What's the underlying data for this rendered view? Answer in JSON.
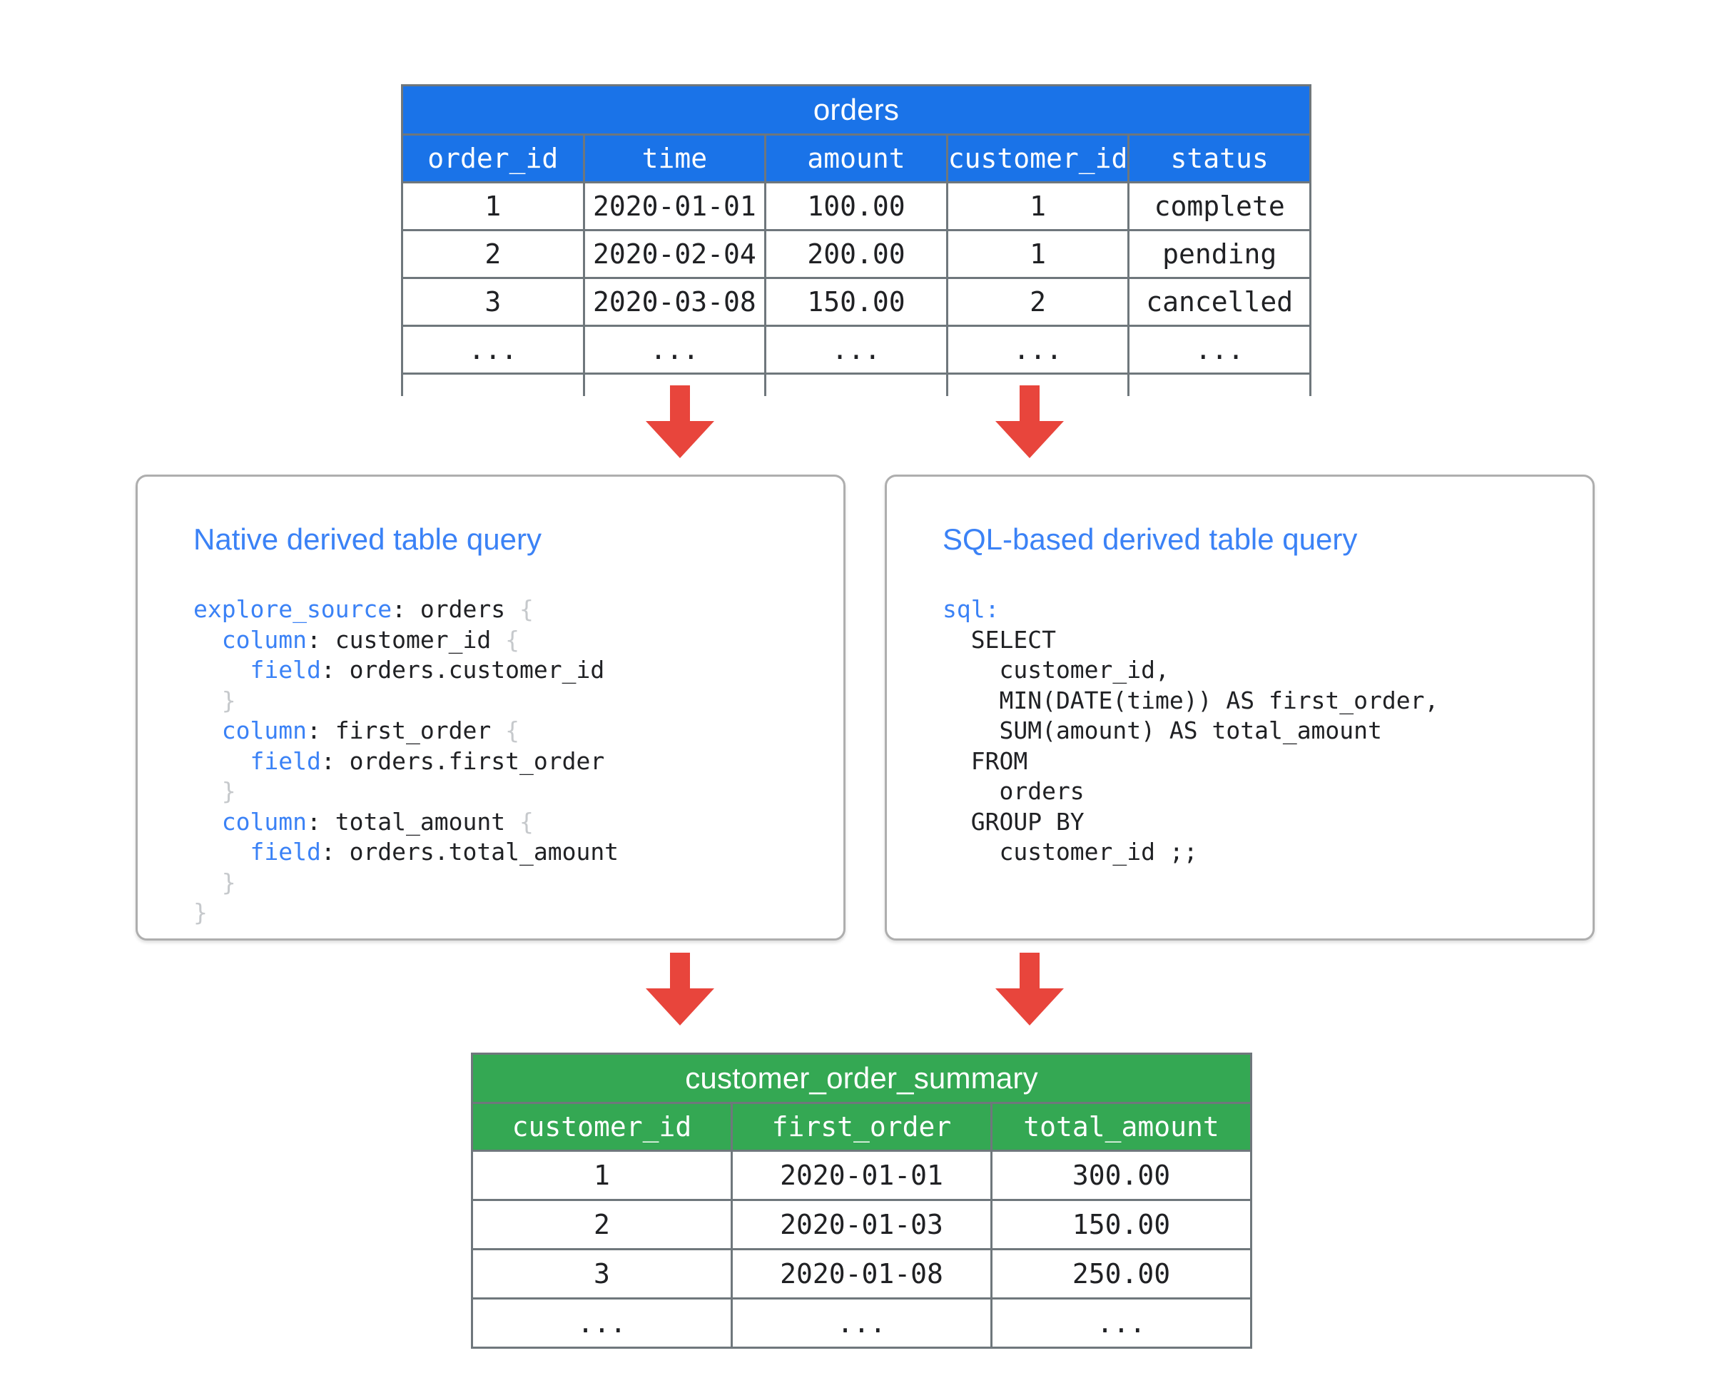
{
  "diagram": {
    "title": "Derived table query diagram",
    "colors": {
      "source_table_header": "#1a73e8",
      "result_table_header": "#34a853",
      "arrow": "#e8453c",
      "panel_border": "#aeaeae",
      "panel_title_text": "#3b82f6",
      "code_key_text": "#3b82f6",
      "code_brace_text": "#c6c9cc",
      "table_grid": "#6f777c"
    }
  },
  "source_table": {
    "name": "orders",
    "columns": [
      "order_id",
      "time",
      "amount",
      "customer_id",
      "status"
    ],
    "rows": [
      [
        "1",
        "2020-01-01",
        "100.00",
        "1",
        "complete"
      ],
      [
        "2",
        "2020-02-04",
        "200.00",
        "1",
        "pending"
      ],
      [
        "3",
        "2020-03-08",
        "150.00",
        "2",
        "cancelled"
      ],
      [
        "...",
        "...",
        "...",
        "...",
        "..."
      ]
    ]
  },
  "result_table": {
    "name": "customer_order_summary",
    "columns": [
      "customer_id",
      "first_order",
      "total_amount"
    ],
    "rows": [
      [
        "1",
        "2020-01-01",
        "300.00"
      ],
      [
        "2",
        "2020-01-03",
        "150.00"
      ],
      [
        "3",
        "2020-01-08",
        "250.00"
      ],
      [
        "...",
        "...",
        "..."
      ]
    ]
  },
  "panels": [
    {
      "id": "native",
      "title": "Native derived table query",
      "code_lines": [
        [
          {
            "t": "explore_source",
            "c": "k"
          },
          {
            "t": ": orders ",
            "c": ""
          },
          {
            "t": "{",
            "c": "br"
          }
        ],
        [
          {
            "t": "  ",
            "c": ""
          },
          {
            "t": "column",
            "c": "k"
          },
          {
            "t": ": customer_id ",
            "c": ""
          },
          {
            "t": "{",
            "c": "br"
          }
        ],
        [
          {
            "t": "    ",
            "c": ""
          },
          {
            "t": "field",
            "c": "k"
          },
          {
            "t": ": orders.customer_id",
            "c": ""
          }
        ],
        [
          {
            "t": "  ",
            "c": ""
          },
          {
            "t": "}",
            "c": "br"
          }
        ],
        [
          {
            "t": "  ",
            "c": ""
          },
          {
            "t": "column",
            "c": "k"
          },
          {
            "t": ": first_order ",
            "c": ""
          },
          {
            "t": "{",
            "c": "br"
          }
        ],
        [
          {
            "t": "    ",
            "c": ""
          },
          {
            "t": "field",
            "c": "k"
          },
          {
            "t": ": orders.first_order",
            "c": ""
          }
        ],
        [
          {
            "t": "  ",
            "c": ""
          },
          {
            "t": "}",
            "c": "br"
          }
        ],
        [
          {
            "t": "  ",
            "c": ""
          },
          {
            "t": "column",
            "c": "k"
          },
          {
            "t": ": total_amount ",
            "c": ""
          },
          {
            "t": "{",
            "c": "br"
          }
        ],
        [
          {
            "t": "    ",
            "c": ""
          },
          {
            "t": "field",
            "c": "k"
          },
          {
            "t": ": orders.total_amount",
            "c": ""
          }
        ],
        [
          {
            "t": "  ",
            "c": ""
          },
          {
            "t": "}",
            "c": "br"
          }
        ],
        [
          {
            "t": "}",
            "c": "br"
          }
        ]
      ]
    },
    {
      "id": "sql",
      "title": "SQL-based derived table query",
      "code_lines": [
        [
          {
            "t": "sql:",
            "c": "k"
          }
        ],
        [
          {
            "t": "  SELECT",
            "c": ""
          }
        ],
        [
          {
            "t": "    customer_id,",
            "c": ""
          }
        ],
        [
          {
            "t": "    MIN(DATE(time)) AS first_order,",
            "c": ""
          }
        ],
        [
          {
            "t": "    SUM(amount) AS total_amount",
            "c": ""
          }
        ],
        [
          {
            "t": "  FROM",
            "c": ""
          }
        ],
        [
          {
            "t": "    orders",
            "c": ""
          }
        ],
        [
          {
            "t": "  GROUP BY",
            "c": ""
          }
        ],
        [
          {
            "t": "    customer_id ;;",
            "c": ""
          }
        ]
      ]
    }
  ],
  "arrows": [
    {
      "name": "orders-to-native",
      "direction": "down"
    },
    {
      "name": "orders-to-sql",
      "direction": "down"
    },
    {
      "name": "native-to-summary",
      "direction": "down"
    },
    {
      "name": "sql-to-summary",
      "direction": "down"
    }
  ]
}
